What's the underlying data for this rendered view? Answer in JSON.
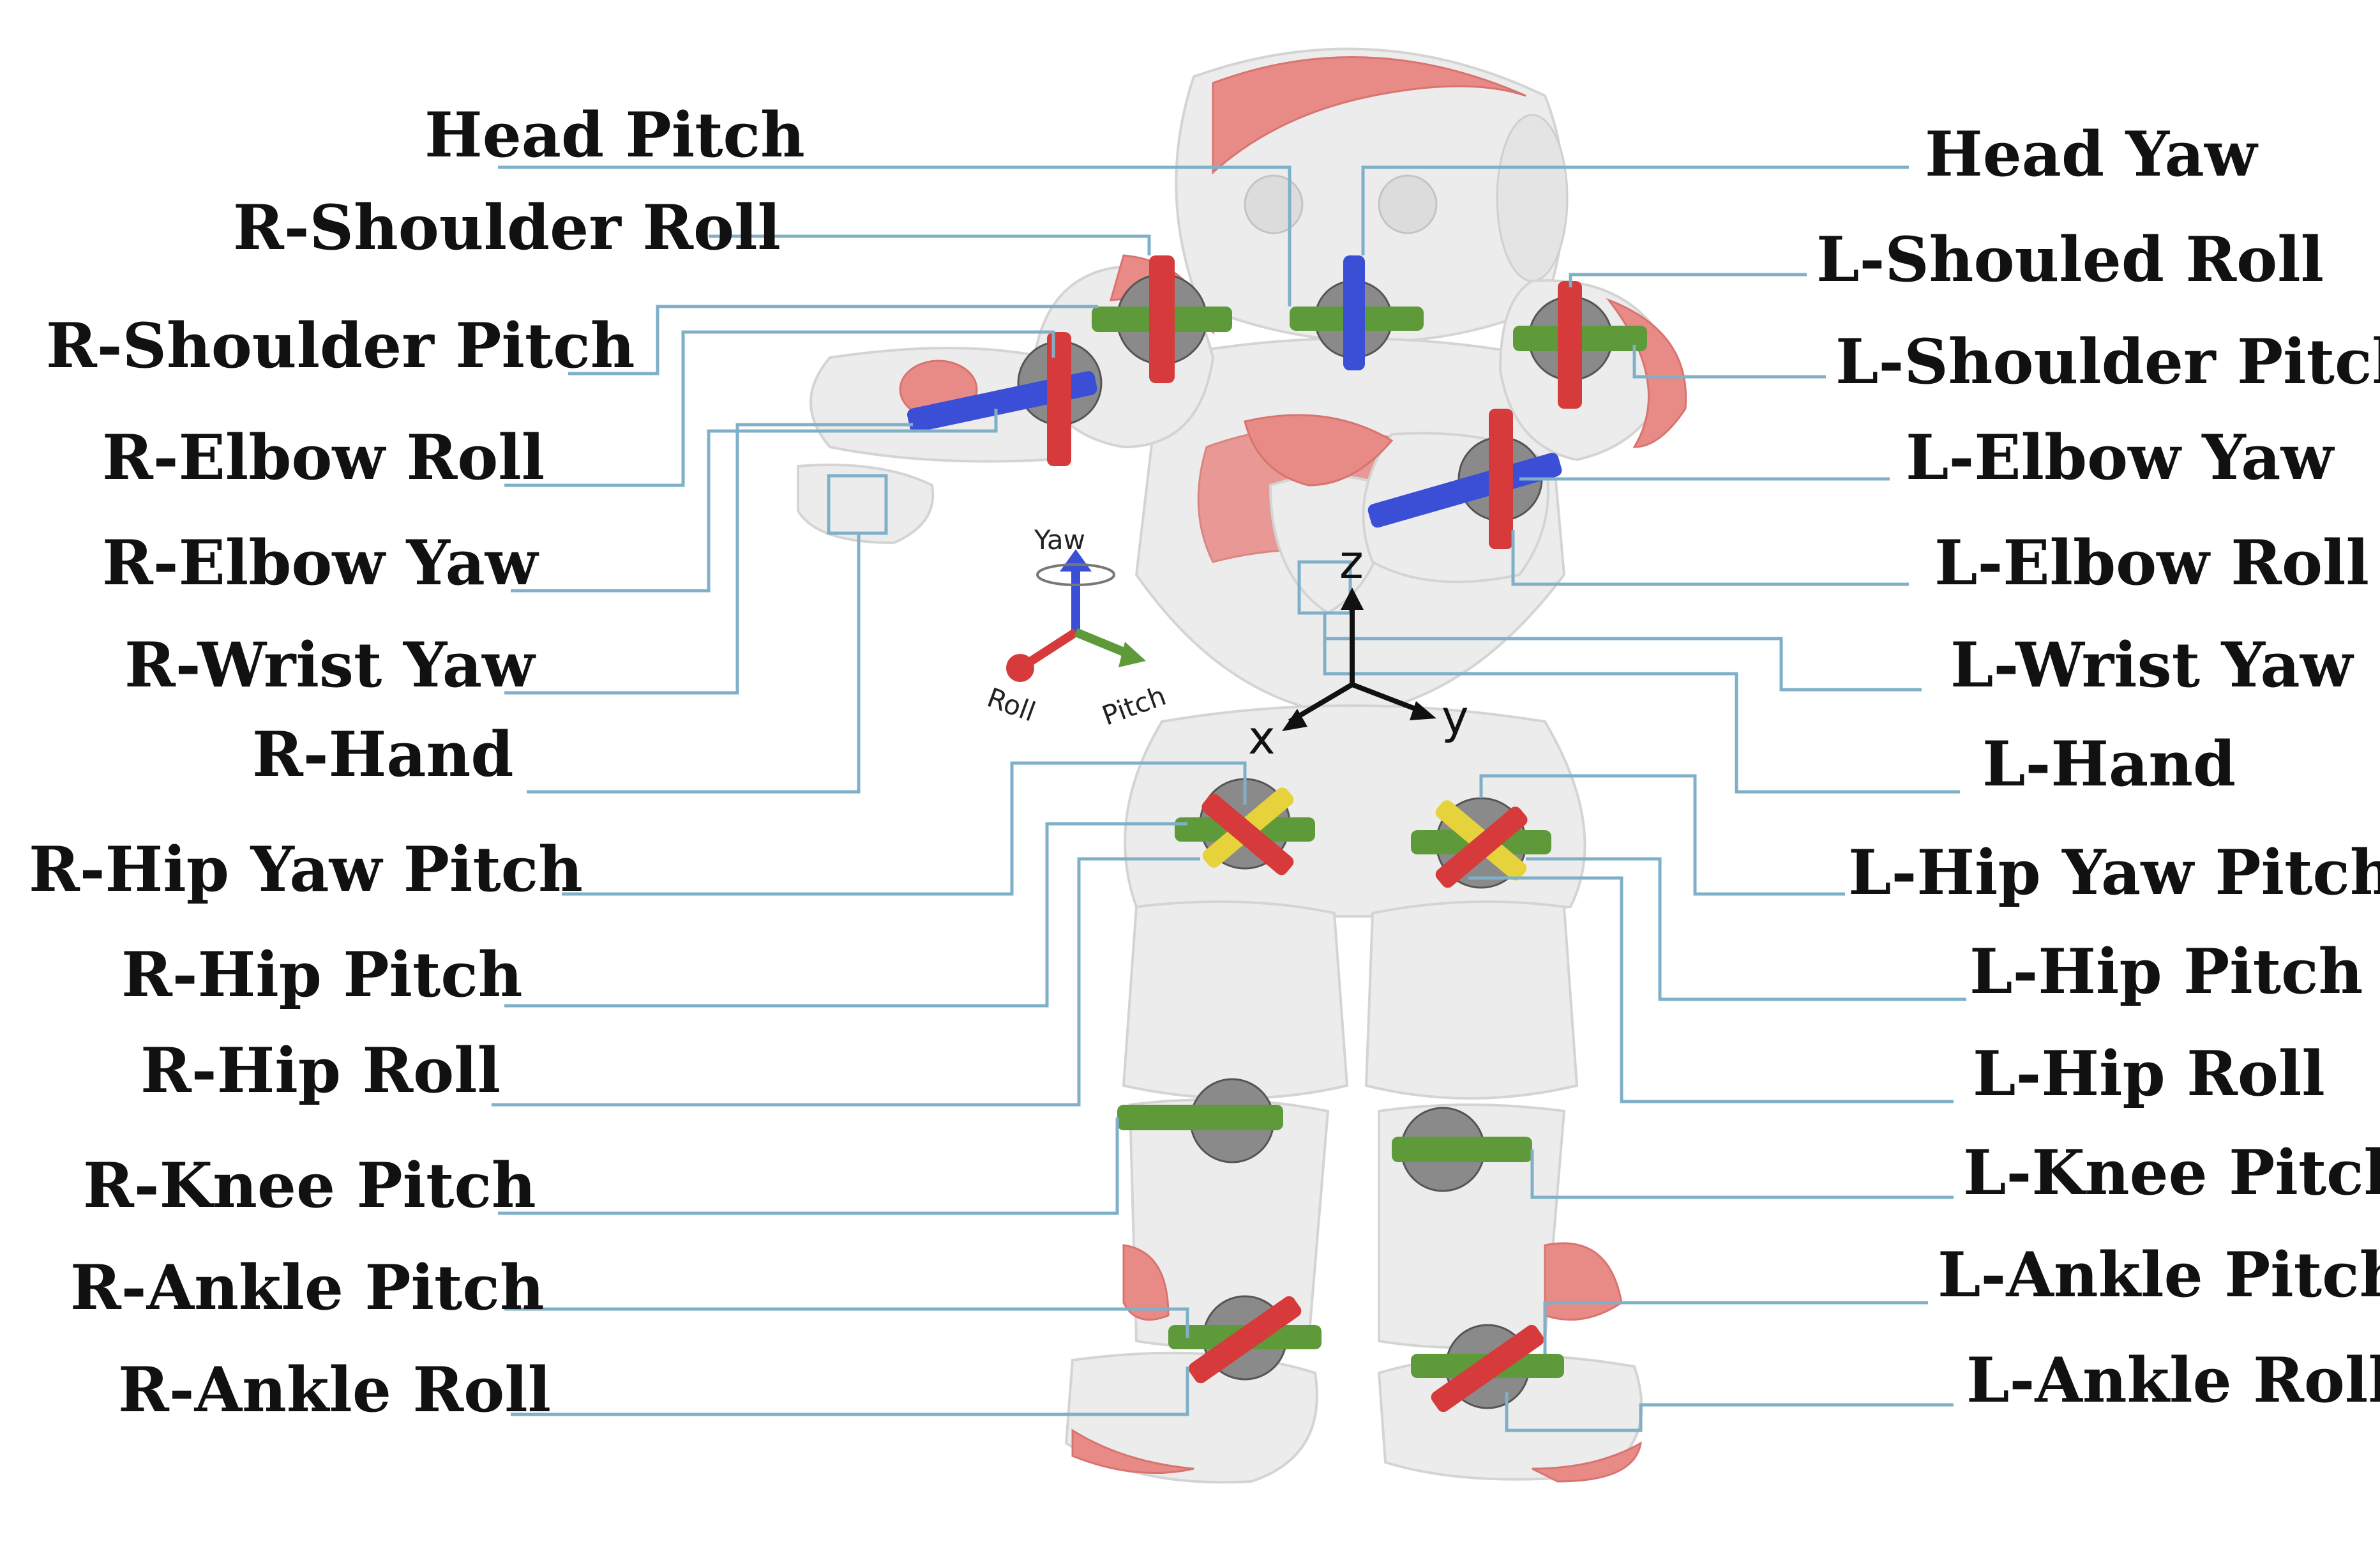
{
  "left_labels": {
    "head_pitch": "Head Pitch",
    "r_shoulder_roll": "R-Shoulder Roll",
    "r_shoulder_pitch": "R-Shoulder Pitch",
    "r_elbow_roll": "R-Elbow Roll",
    "r_elbow_yaw": "R-Elbow Yaw",
    "r_wrist_yaw": "R-Wrist Yaw",
    "r_hand": "R-Hand",
    "r_hip_yaw_pitch": "R-Hip Yaw Pitch",
    "r_hip_pitch": "R-Hip Pitch",
    "r_hip_roll": "R-Hip Roll",
    "r_knee_pitch": "R-Knee Pitch",
    "r_ankle_pitch": "R-Ankle Pitch",
    "r_ankle_roll": "R-Ankle Roll"
  },
  "right_labels": {
    "head_yaw": "Head Yaw",
    "l_shoulder_roll": "L-Shouled Roll",
    "l_shoulder_pitch": "L-Shoulder Pitch",
    "l_elbow_yaw": "L-Elbow Yaw",
    "l_elbow_roll": "L-Elbow Roll",
    "l_wrist_yaw": "L-Wrist Yaw",
    "l_hand": "L-Hand",
    "l_hip_yaw_pitch": "L-Hip Yaw Pitch",
    "l_hip_pitch": "L-Hip Pitch",
    "l_hip_roll": "L-Hip Roll",
    "l_knee_pitch": "L-Knee Pitch",
    "l_ankle_pitch": "L-Ankle Pitch",
    "l_ankle_roll": "L-Ankle Roll"
  },
  "axis_legend": {
    "yaw": "Yaw",
    "roll": "Roll",
    "pitch": "Pitch"
  },
  "frame_axes": {
    "x": "x",
    "y": "y",
    "z": "z"
  },
  "colors": {
    "roll_axis": "#d63a3a",
    "pitch_axis": "#5e9a3a",
    "yaw_axis": "#3a4fd6",
    "hip_yaw_pitch_axis": "#e6d23a",
    "leader_line": "#7fb0c8",
    "robot_accent": "#e88a86"
  }
}
